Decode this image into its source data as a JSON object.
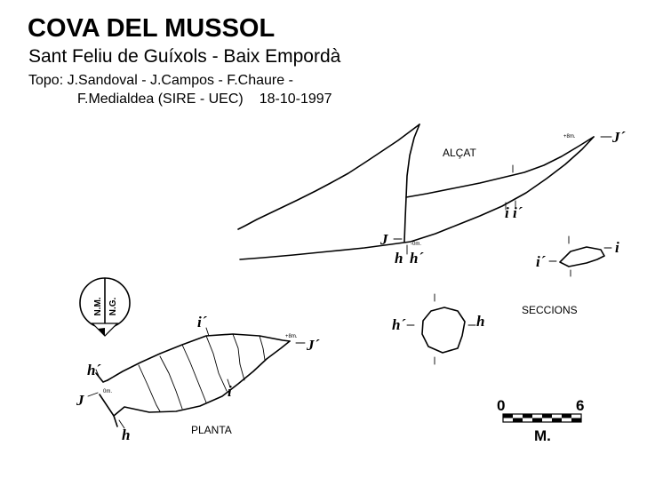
{
  "header": {
    "title": "COVA DEL MUSSOL",
    "subtitle": "Sant Feliu de Guíxols - Baix Empordà",
    "topo_line1": "Topo: J.Sandoval - J.Campos - F.Chaure -",
    "topo_line2": "F.Medialdea (SIRE - UEC)",
    "date": "18-10-1997"
  },
  "alcat": {
    "caption": "ALÇAT",
    "labels": {
      "j_prime": "J´",
      "j": "J",
      "h": "h",
      "h_prime": "h´",
      "i_pair": "i i´"
    },
    "depth_end": "+8m.",
    "depth_entrance": "-0m."
  },
  "seccions": {
    "caption": "SECCIONS",
    "labels": {
      "h_prime": "h´",
      "h": "h",
      "i_prime": "i´",
      "i": "i"
    }
  },
  "planta": {
    "caption": "PLANTA",
    "labels": {
      "i_prime": "i´",
      "i": "i",
      "h_prime": "h´",
      "h": "h",
      "j": "J",
      "j_prime": "J´"
    },
    "depth_end": "+8m.",
    "depth_entrance": "0m."
  },
  "north": {
    "left": "N.M.",
    "right": "N.G."
  },
  "scale_bar": {
    "min": "0",
    "max": "6",
    "unit": "M."
  }
}
